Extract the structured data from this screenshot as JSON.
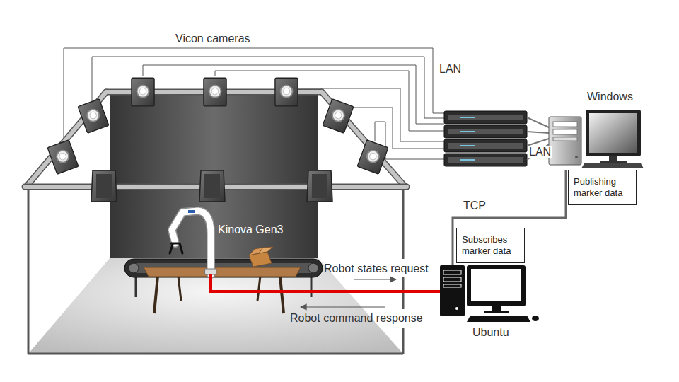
{
  "diagram": {
    "nodes": [
      {
        "text": [
          "Windows"
        ]
      },
      {
        "text": [
          "Publishing marker data"
        ]
      },
      {
        "text": [
          "Subscribes marker data"
        ]
      },
      {
        "text": [
          "Ubuntu"
        ]
      }
    ],
    "edges": [
      {
        "from": 0,
        "to": 3,
        "label": "TCP",
        "arrow": "none"
      }
    ],
    "labels": [
      "Vicon cameras",
      "LAN",
      "LAN",
      "Kinova Gen3",
      "Robot states request",
      "Robot command response"
    ]
  }
}
